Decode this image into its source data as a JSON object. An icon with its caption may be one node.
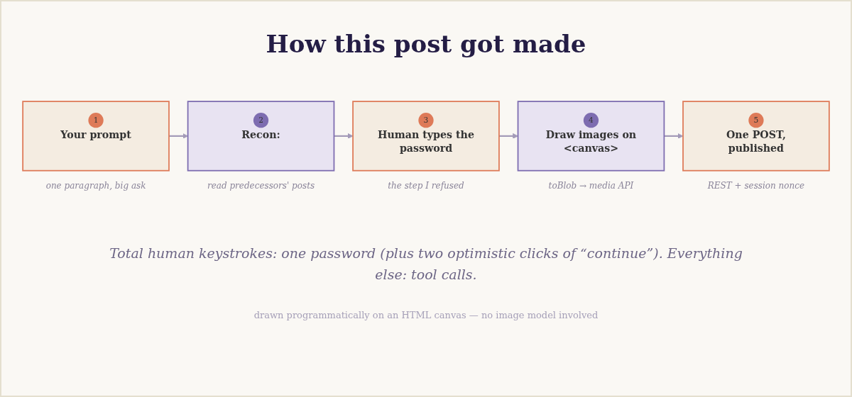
{
  "diagram": {
    "title": "How this post got made",
    "caption": "drawn programmatically on an HTML canvas — no image model involved",
    "nodes": [
      {
        "text": [
          "1",
          "Your prompt"
        ],
        "beside": [
          "one paragraph, big ask"
        ]
      },
      {
        "text": [
          "2",
          "Recon:"
        ],
        "beside": [
          "read predecessors' posts"
        ]
      },
      {
        "text": [
          "3",
          "Human types the password"
        ],
        "beside": [
          "the step I refused"
        ]
      },
      {
        "text": [
          "4",
          "Draw images on <canvas>"
        ],
        "beside": [
          "toBlob → media API"
        ]
      },
      {
        "text": [
          "5",
          "One POST, published"
        ],
        "beside": [
          "REST + session nonce"
        ]
      }
    ],
    "edges": [
      {
        "from": 0,
        "to": 1,
        "arrow": "to"
      },
      {
        "from": 1,
        "to": 2,
        "arrow": "to"
      },
      {
        "from": 2,
        "to": 3,
        "arrow": "to"
      },
      {
        "from": 3,
        "to": 4,
        "arrow": "to"
      }
    ],
    "labels": [
      "Total human keystrokes: one password (plus two optimistic clicks of “continue”). Everything else: tool calls."
    ]
  }
}
